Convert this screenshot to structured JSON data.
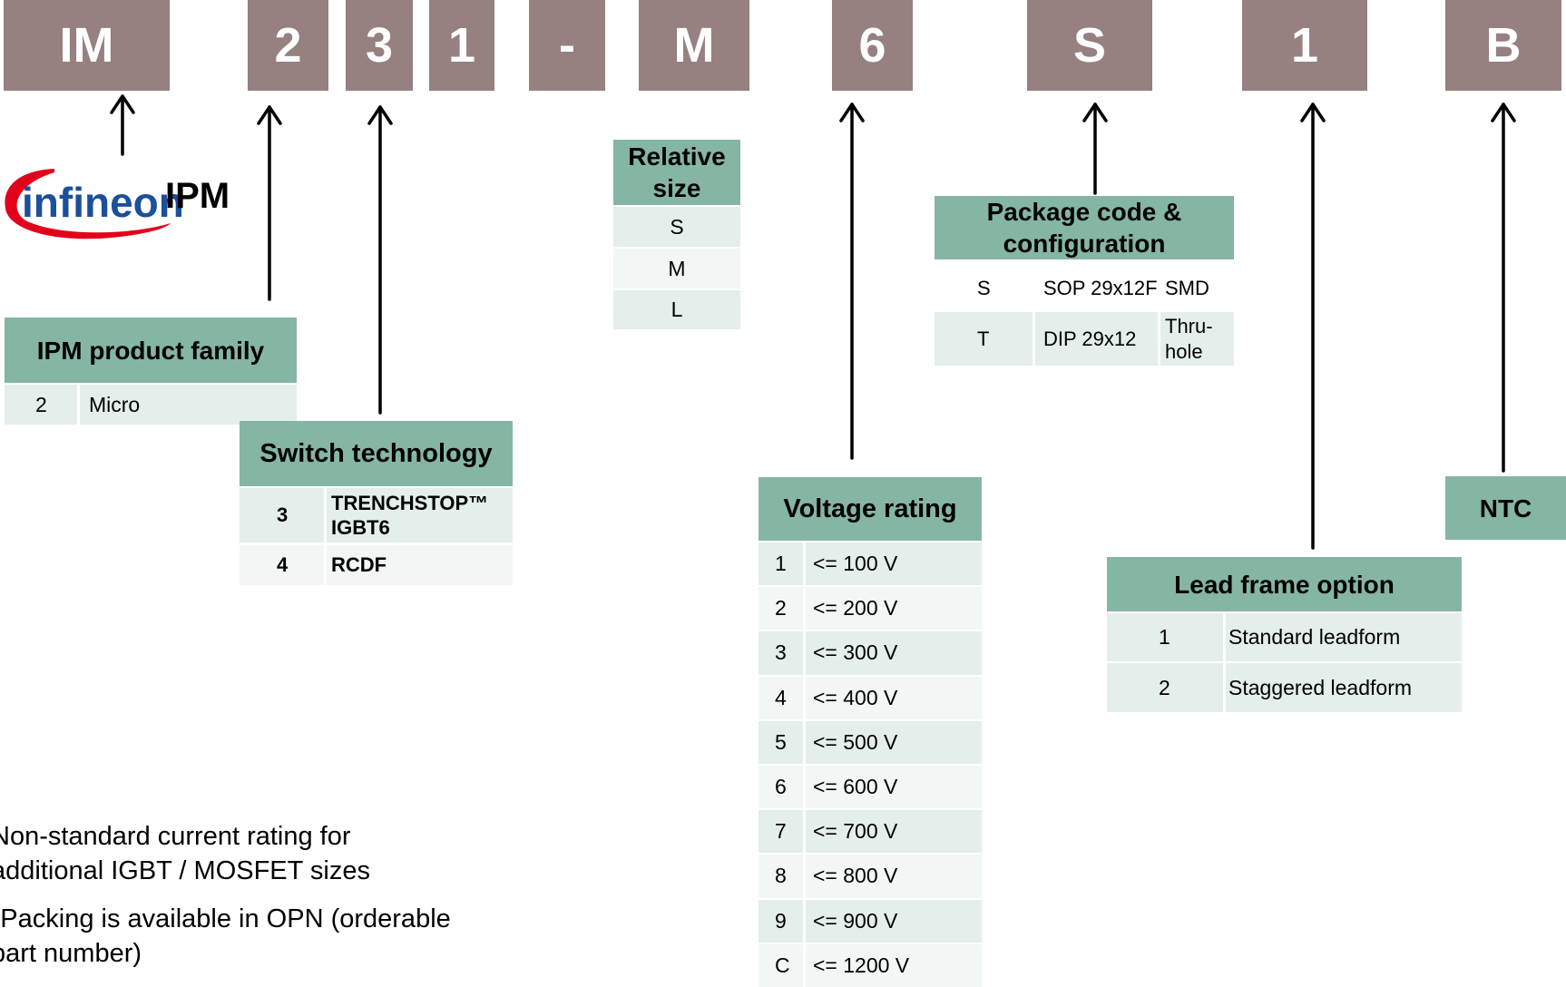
{
  "code_boxes": [
    "IM",
    "2",
    "3",
    "1",
    "-",
    "M",
    "6",
    "S",
    "1",
    "B"
  ],
  "logo": {
    "brand": "infineon",
    "suffix": "IPM"
  },
  "product_family": {
    "title": "IPM product family",
    "rows": [
      {
        "code": "2",
        "label": "Micro"
      }
    ]
  },
  "switch_technology": {
    "title": "Switch technology",
    "rows": [
      {
        "code": "3",
        "label": "TRENCHSTOP™ IGBT6"
      },
      {
        "code": "4",
        "label": "RCDF"
      }
    ]
  },
  "relative_size": {
    "title": "Relative size",
    "rows": [
      "S",
      "M",
      "L"
    ]
  },
  "voltage_rating": {
    "title": "Voltage rating",
    "rows": [
      {
        "code": "1",
        "label": "<= 100 V"
      },
      {
        "code": "2",
        "label": "<= 200 V"
      },
      {
        "code": "3",
        "label": "<= 300 V"
      },
      {
        "code": "4",
        "label": "<= 400 V"
      },
      {
        "code": "5",
        "label": "<= 500 V"
      },
      {
        "code": "6",
        "label": "<= 600 V"
      },
      {
        "code": "7",
        "label": "<= 700 V"
      },
      {
        "code": "8",
        "label": "<= 800 V"
      },
      {
        "code": "9",
        "label": "<= 900 V"
      },
      {
        "code": "C",
        "label": "<= 1200 V"
      }
    ]
  },
  "package_code": {
    "title": "Package code & configuration",
    "rows": [
      {
        "code": "S",
        "package": "SOP 29x12F",
        "mount": "SMD"
      },
      {
        "code": "T",
        "package": "DIP 29x12",
        "mount": "Thru-hole"
      }
    ]
  },
  "lead_frame": {
    "title": "Lead frame option",
    "rows": [
      {
        "code": "1",
        "label": "Standard leadform"
      },
      {
        "code": "2",
        "label": "Staggered leadform"
      }
    ]
  },
  "ntc": {
    "title": "NTC"
  },
  "notes": [
    "Non-standard current rating for",
    "additional IGBT / MOSFET sizes",
    "\"Packing is available in OPN (orderable",
    "part number)"
  ]
}
